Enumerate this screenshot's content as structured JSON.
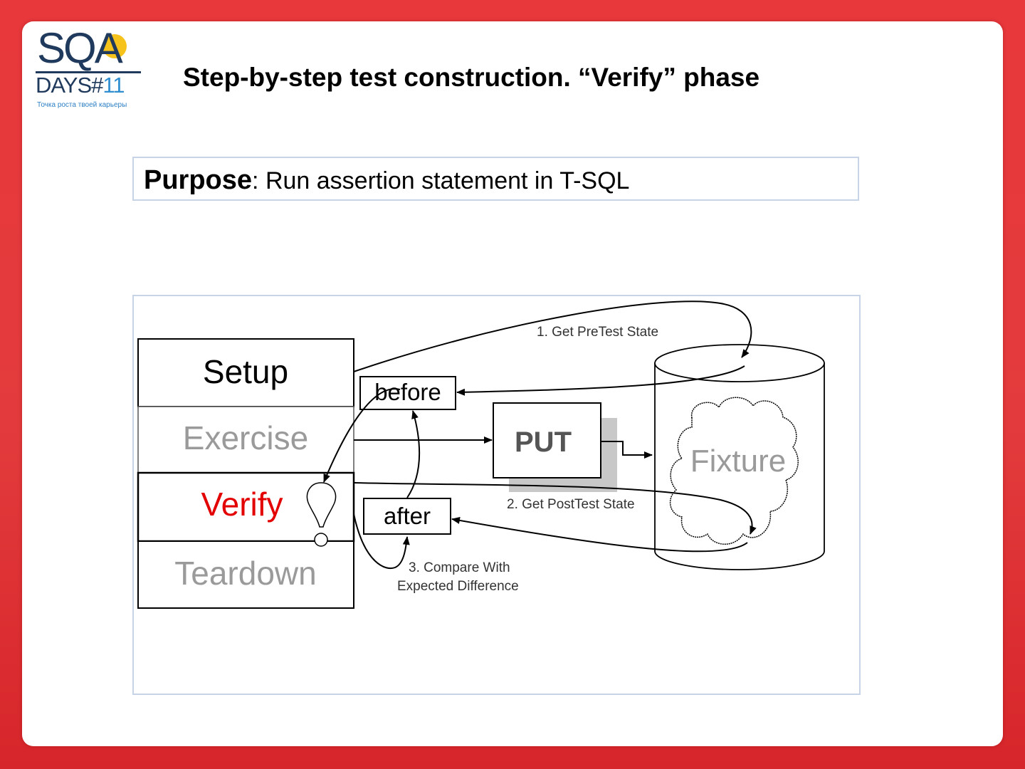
{
  "logo": {
    "brand": "SQA",
    "days": "DAYS#",
    "number": "11",
    "tagline": "Точка роста твоей карьеры"
  },
  "title": "Step-by-step test construction. “Verify” phase",
  "purpose": {
    "label": "Purpose",
    "text": ": Run assertion statement in T-SQL"
  },
  "diagram": {
    "phases": [
      "Setup",
      "Exercise",
      "Verify",
      "Teardown"
    ],
    "before_label": "before",
    "after_label": "after",
    "put_label": "PUT",
    "fixture_label": "Fixture",
    "step1": "1. Get PreTest State",
    "step2": "2. Get PostTest State",
    "step3_line1": "3. Compare With",
    "step3_line2": "Expected Difference",
    "colors": {
      "active_phase": "#e30000",
      "inactive_phase": "#9a9a9a",
      "active_box": "#000000"
    }
  }
}
